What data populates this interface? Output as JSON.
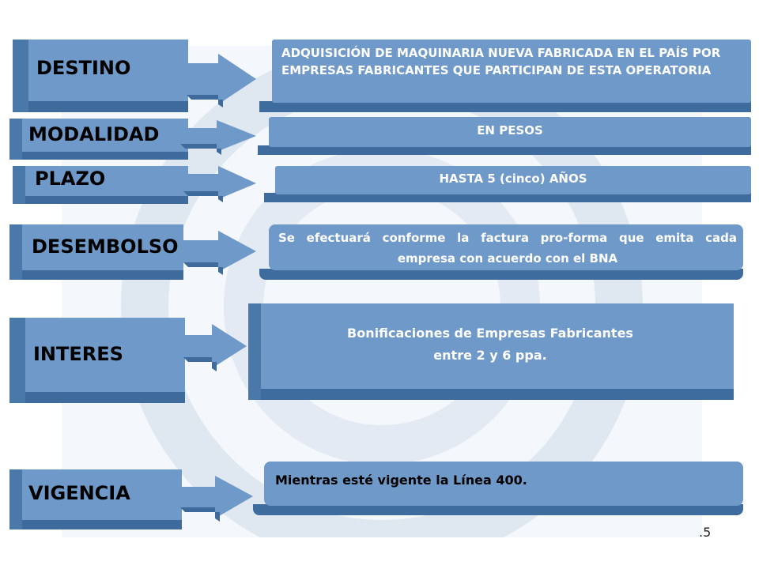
{
  "slide": {
    "page_number": ".5",
    "accent_color": "#6f99c8",
    "rows": [
      {
        "label": "DESTINO",
        "text": "ADQUISICIÓN DE MAQUINARIA NUEVA FABRICADA EN EL PAÍS POR EMPRESAS FABRICANTES QUE PARTICIPAN DE ESTA OPERATORIA"
      },
      {
        "label": "MODALIDAD",
        "text": "EN PESOS"
      },
      {
        "label": "PLAZO",
        "text": "HASTA 5 (cinco) AÑOS"
      },
      {
        "label": "DESEMBOLSO",
        "text": "Se efectuará conforme la factura pro-forma que emita cada empresa con acuerdo con el BNA"
      },
      {
        "label": "INTERES",
        "text_line1": "Bonificaciones de Empresas Fabricantes",
        "text_line2": "entre 2 y 6 ppa."
      },
      {
        "label": "VIGENCIA",
        "text": "Mientras esté vigente la Línea 400."
      }
    ]
  }
}
